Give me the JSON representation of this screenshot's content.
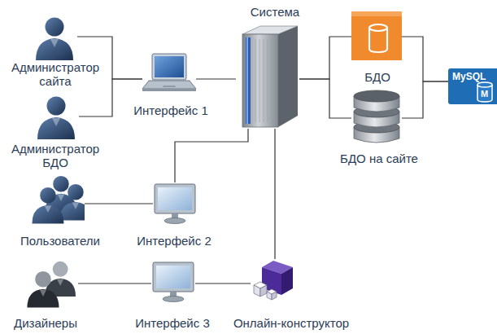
{
  "diagram": {
    "nodes": [
      {
        "text": [
          "Администратор сайта"
        ]
      },
      {
        "text": [
          "Администратор БДО"
        ]
      },
      {
        "text": [
          "Интерфейс 1"
        ]
      },
      {
        "text": [
          "Система"
        ]
      },
      {
        "text": [
          "БДО"
        ]
      },
      {
        "text": [
          "БДО на сайте"
        ]
      },
      {
        "text": [
          "MySQL",
          "M"
        ]
      },
      {
        "text": [
          "Пользователи"
        ]
      },
      {
        "text": [
          "Интерфейс 2"
        ]
      },
      {
        "text": [
          "Дизайнеры"
        ]
      },
      {
        "text": [
          "Интерфейс 3"
        ]
      },
      {
        "text": [
          "Онлайн-конструктор"
        ]
      }
    ],
    "edges": [
      {
        "from": 0,
        "to": 2,
        "arrow": "none"
      },
      {
        "from": 1,
        "to": 2,
        "arrow": "none"
      },
      {
        "from": 2,
        "to": 3,
        "arrow": "none"
      },
      {
        "from": 3,
        "to": 4,
        "arrow": "none"
      },
      {
        "from": 3,
        "to": 5,
        "arrow": "none"
      },
      {
        "from": 4,
        "to": 6,
        "arrow": "none"
      },
      {
        "from": 5,
        "to": 6,
        "arrow": "none"
      },
      {
        "from": 8,
        "to": 3,
        "arrow": "none"
      },
      {
        "from": 7,
        "to": 8,
        "arrow": "none"
      },
      {
        "from": 3,
        "to": 11,
        "arrow": "none"
      },
      {
        "from": 9,
        "to": 10,
        "arrow": "none"
      },
      {
        "from": 10,
        "to": 11,
        "arrow": "none"
      }
    ]
  }
}
